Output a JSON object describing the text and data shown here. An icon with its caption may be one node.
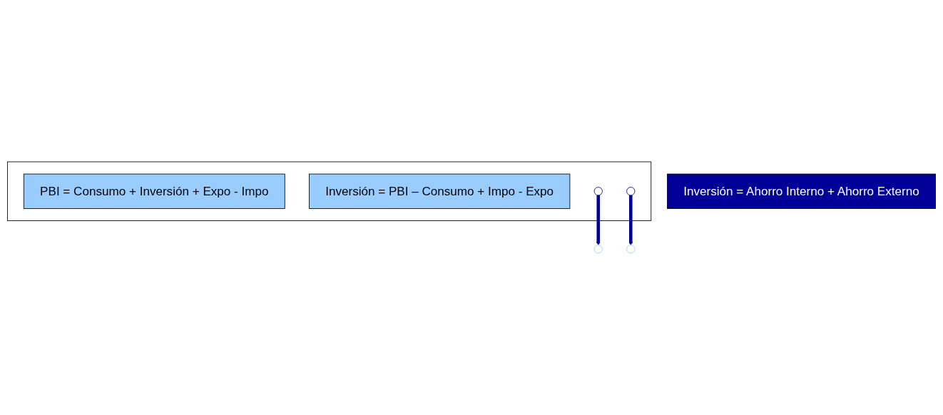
{
  "diagram": {
    "nodes": [
      {
        "text": [],
        "shape": "box"
      },
      {
        "text": [
          "PBI = Consumo + Inversión + Expo - Impo"
        ],
        "in": 0
      },
      {
        "text": [
          "Inversión = PBI – Consumo  + Impo - Expo"
        ],
        "in": 0
      },
      {
        "text": [],
        "shape": "ellipse",
        "in": 0
      },
      {
        "text": [],
        "shape": "ellipse",
        "in": 0
      },
      {
        "text": [
          "Inversión = Ahorro Interno + Ahorro Externo"
        ]
      },
      {
        "text": [],
        "shape": "ellipse"
      },
      {
        "text": [],
        "shape": "ellipse"
      }
    ],
    "edges": [
      {
        "from": 3,
        "to": 6,
        "arrow": "to"
      },
      {
        "from": 4,
        "to": 7,
        "arrow": "to"
      }
    ]
  }
}
